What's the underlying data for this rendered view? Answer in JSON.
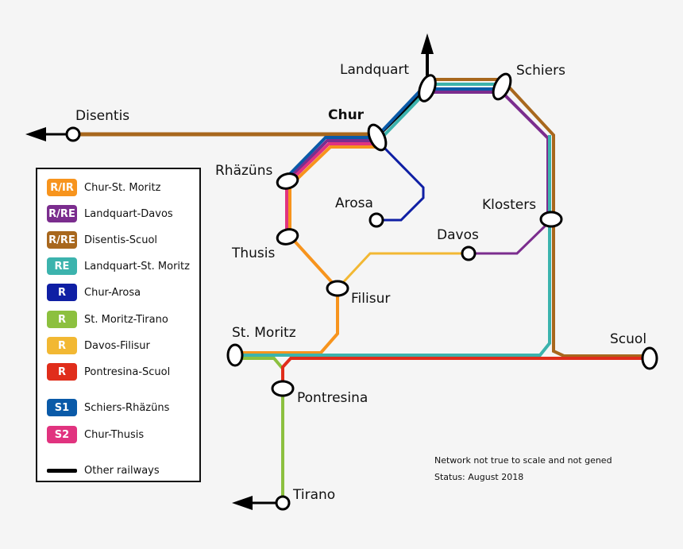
{
  "colors": {
    "orange": "#f7941d",
    "purple": "#7b2d8e",
    "brown": "#a8671d",
    "teal": "#3cb3ad",
    "darkblue": "#0f1fa4",
    "lightgreen": "#8cc03f",
    "yellow": "#f2b833",
    "red": "#e02d1b",
    "blue": "#0a5aa8",
    "pink": "#e1337f",
    "black": "#000000"
  },
  "stations": {
    "landquart": "Landquart",
    "schiers": "Schiers",
    "disentis": "Disentis",
    "chur": "Chur",
    "rhazuns": "Rhäzüns",
    "arosa": "Arosa",
    "klosters": "Klosters",
    "davos": "Davos",
    "thusis": "Thusis",
    "filisur": "Filisur",
    "st_moritz": "St. Moritz",
    "scuol": "Scuol",
    "pontresina": "Pontresina",
    "tirano": "Tirano"
  },
  "legend": [
    {
      "badge": "R/IR",
      "label": "Chur-St. Moritz",
      "color": "#f7941d"
    },
    {
      "badge": "R/RE",
      "label": "Landquart-Davos",
      "color": "#7b2d8e"
    },
    {
      "badge": "R/RE",
      "label": "Disentis-Scuol",
      "color": "#a8671d"
    },
    {
      "badge": "RE",
      "label": "Landquart-St. Moritz",
      "color": "#3cb3ad"
    },
    {
      "badge": "R",
      "label": "Chur-Arosa",
      "color": "#0f1fa4"
    },
    {
      "badge": "R",
      "label": "St. Moritz-Tirano",
      "color": "#8cc03f"
    },
    {
      "badge": "R",
      "label": "Davos-Filisur",
      "color": "#f2b833"
    },
    {
      "badge": "R",
      "label": "Pontresina-Scuol",
      "color": "#e02d1b"
    },
    {
      "badge": "S1",
      "label": "Schiers-Rhäzüns",
      "color": "#0a5aa8"
    },
    {
      "badge": "S2",
      "label": "Chur-Thusis",
      "color": "#e1337f"
    }
  ],
  "legend_other": "Other railways",
  "notes": {
    "line1": "Network not true to scale and not gened",
    "line2": "Status: August 2018"
  }
}
